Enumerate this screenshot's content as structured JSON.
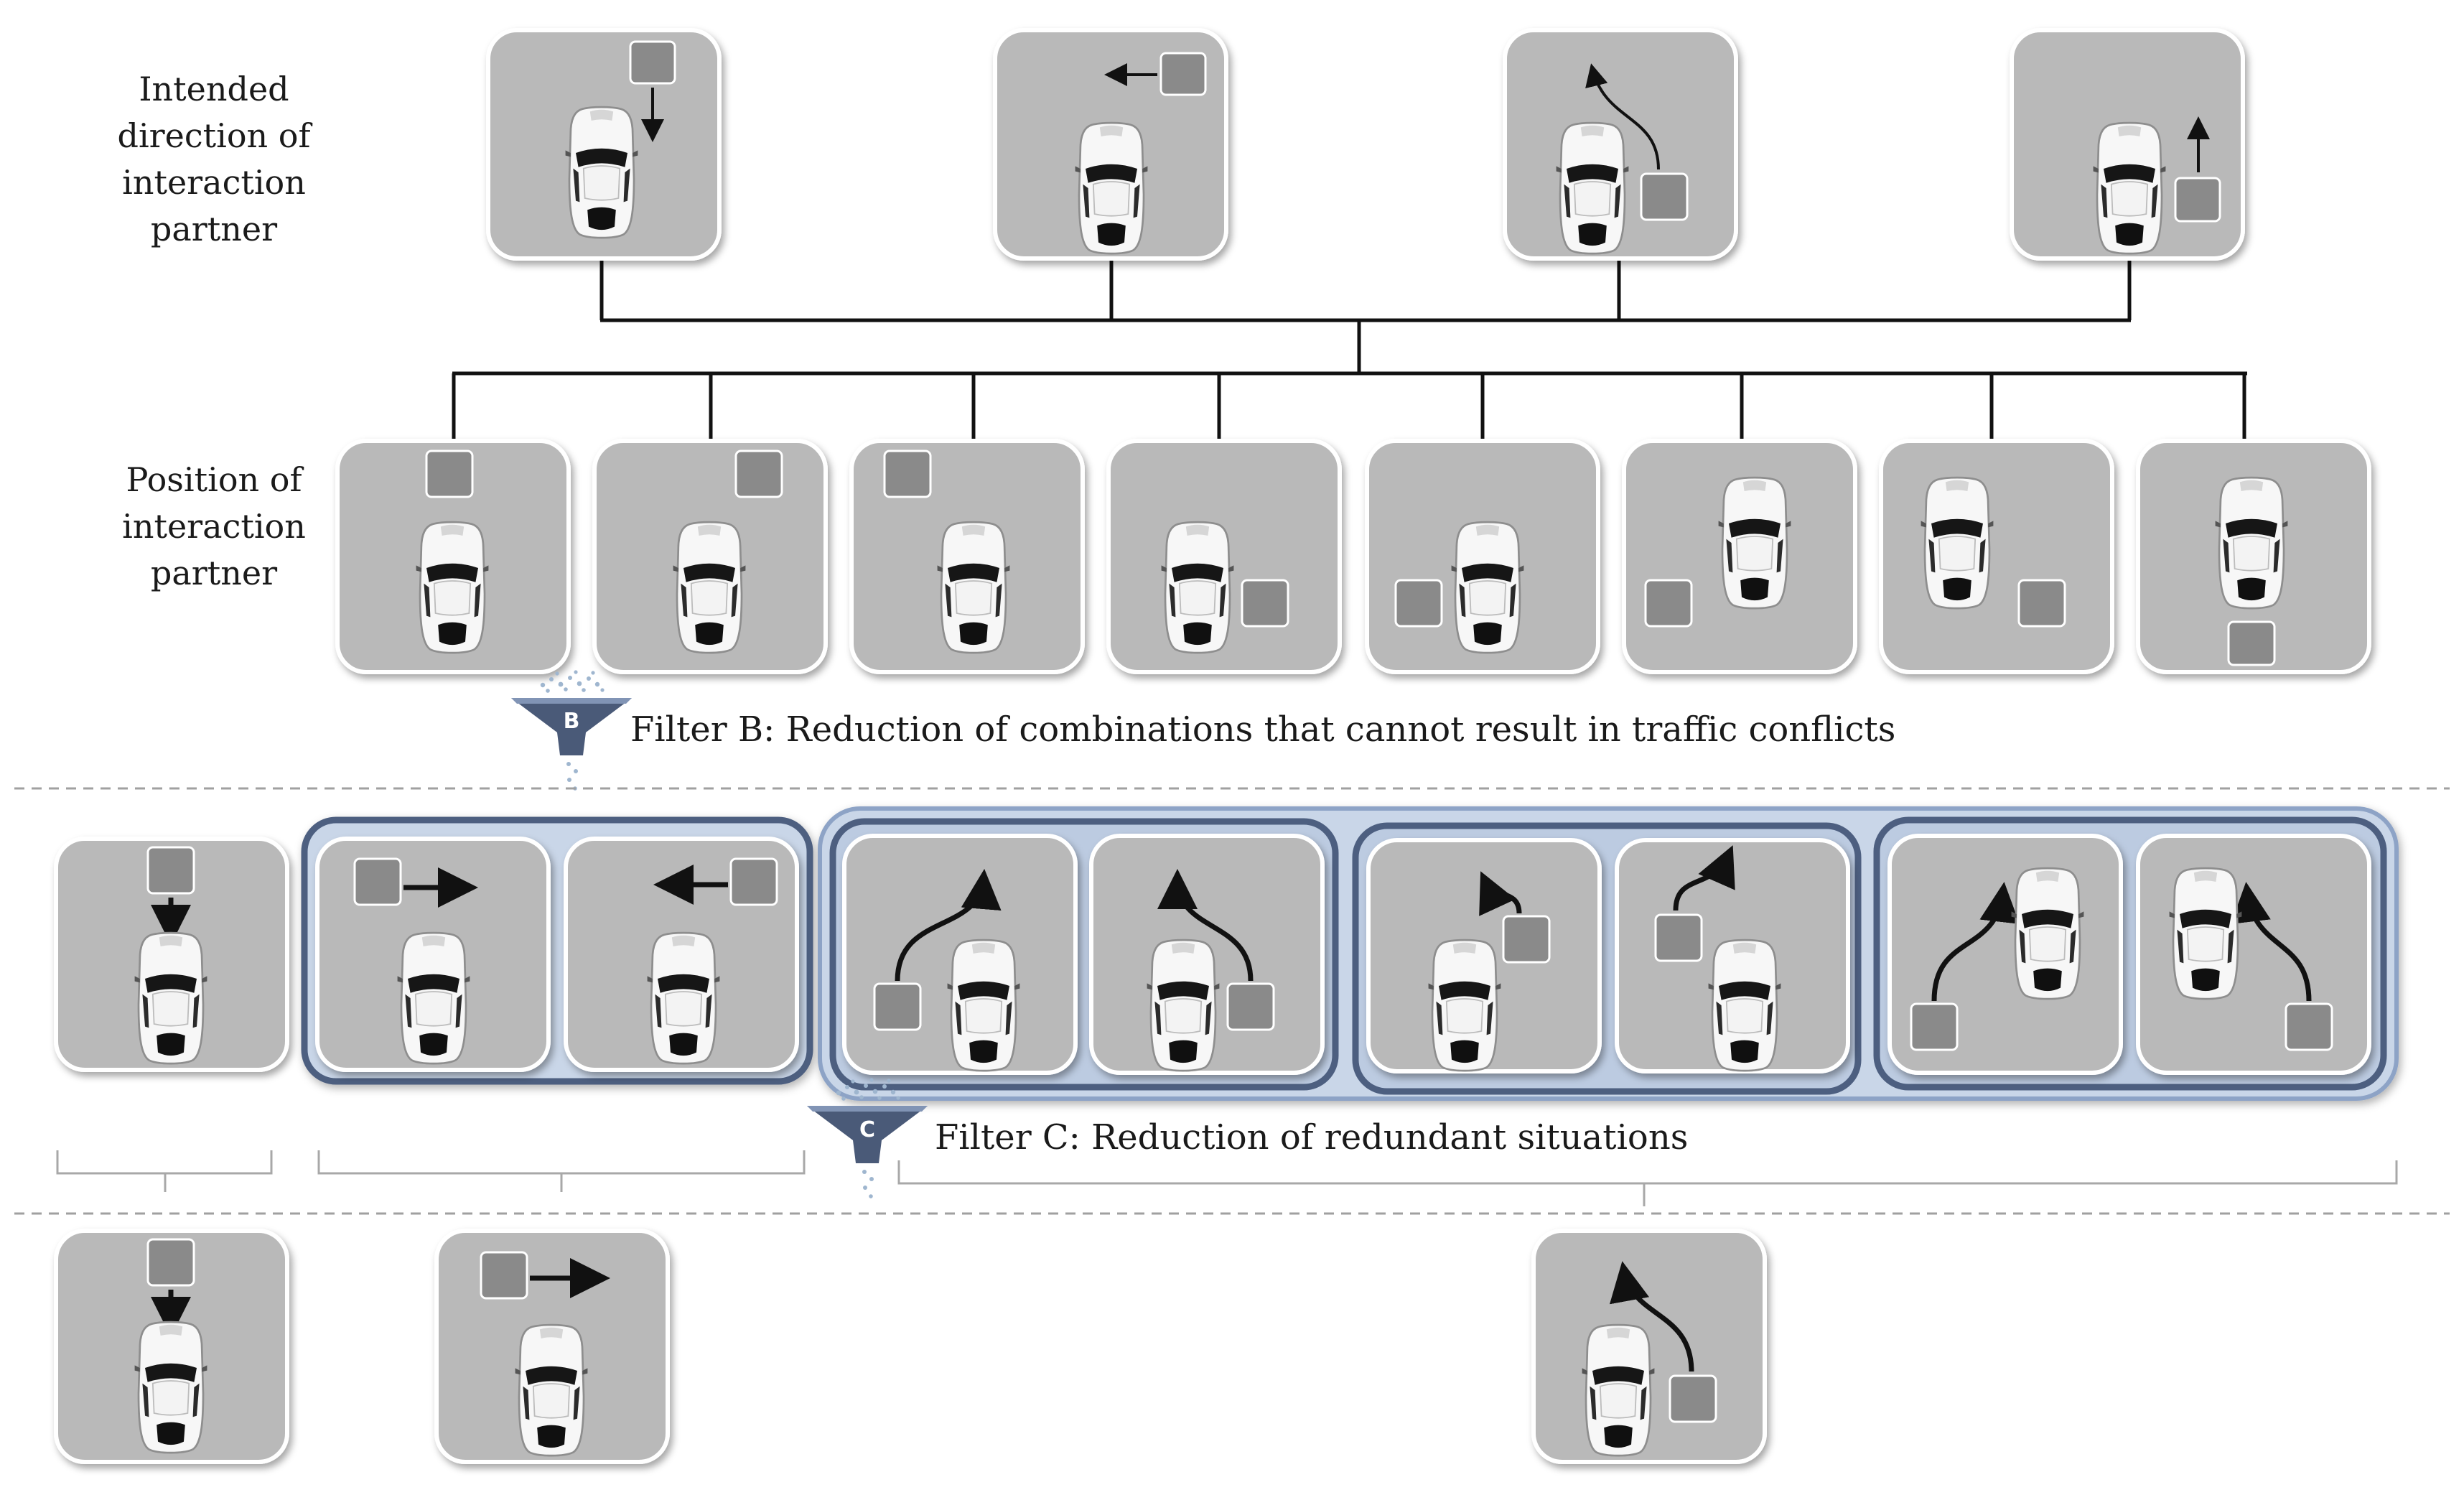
{
  "row_labels": {
    "intended_direction": [
      "Intended",
      "direction of",
      "interaction",
      "partner"
    ],
    "position": [
      "Position of",
      "interaction",
      "partner"
    ]
  },
  "filters": {
    "b": {
      "letter": "B",
      "text": "Filter B: Reduction of combinations that cannot result in traffic conflicts"
    },
    "c": {
      "letter": "C",
      "text": "Filter C: Reduction of redundant situations"
    }
  },
  "colors": {
    "tile": "#b9b9b9",
    "box": "#8a8a8a",
    "line": "#111111",
    "group_fill": "#c9d6e8",
    "group_stroke": "#4d5f80",
    "funnel": "#4a5a78",
    "dashed": "#a0a0a0"
  },
  "directions": [
    "from front, moving toward ego",
    "from right, moving left",
    "from right-behind, turning across front",
    "from right-behind, moving forward"
  ],
  "positions": [
    "front-left",
    "front-right",
    "front-left-far",
    "rear-right",
    "rear-left",
    "rear-left-offset",
    "rear-right-offset",
    "behind"
  ],
  "filter_b_result_groups": [
    [
      "oncoming-from-front"
    ],
    [
      "crossing-left-to-right",
      "crossing-right-to-left"
    ],
    [
      "left-turn-across-left",
      "left-turn-across-right"
    ],
    [
      "short-turn-right",
      "short-turn-left"
    ],
    [
      "overtaking-left",
      "overtaking-right"
    ]
  ],
  "filter_c_result": [
    "oncoming-from-front",
    "crossing",
    "turn-across-from-behind"
  ]
}
